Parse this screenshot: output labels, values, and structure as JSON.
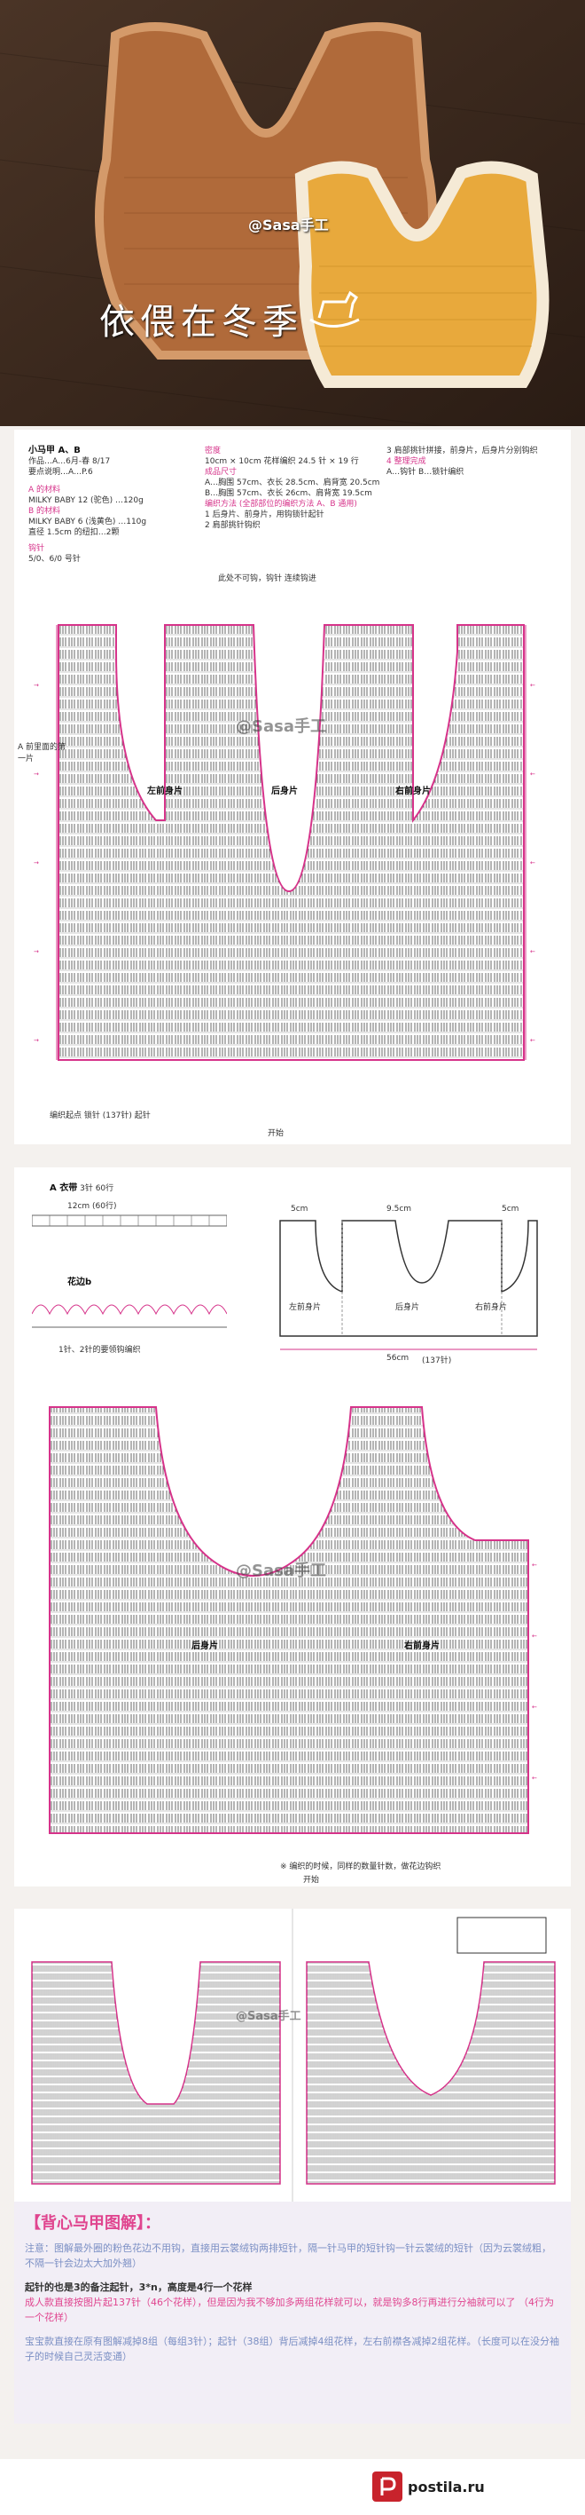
{
  "photo": {
    "title_text": "依偎在冬季",
    "watermark": "@Sasa手工"
  },
  "page1": {
    "heading": "小马甲 A、B",
    "size_line": "作品…A…6月-春 8/17",
    "size_line2": "要点说明…A…P.6",
    "materials_a_title": "A 的材料",
    "materials_a": "MILKY BABY 12 (驼色) …120g",
    "materials_b_title": "B 的材料",
    "materials_b1": "MILKY BABY 6 (浅黄色) …110g",
    "materials_b2": "直径 1.5cm 的纽扣…2颗",
    "hook_title": "钩针",
    "hook": "5/0、6/0 号针",
    "gauge_title": "密度",
    "gauge": "10cm × 10cm 花样编织 24.5 针 × 19 行",
    "size_title": "成品尺寸",
    "size_a": "A…胸围 57cm、衣长 28.5cm、肩背宽 20.5cm",
    "size_b": "B…胸围 57cm、衣长 26cm、肩背宽 19.5cm",
    "method_title": "编织方法 (全部部位的编织方法 A、B 通用)",
    "method_1": "1 后身片、前身片，用钩锁针起针",
    "method_2": "2 肩部挑针钩织",
    "method_3": "3 肩部挑针拼接，前身片，后身片分别钩织",
    "method_4": "4 整理完成",
    "watermark": "@Sasa手工",
    "label_left_front": "左前身片",
    "label_back": "后身片",
    "label_right_front": "右前身片",
    "caption_bottom": "编织起点 锁针 (137针) 起针",
    "label_start": "开始",
    "note_right": "A…钩针 B…锁针编织",
    "label_a_side": "A 前里面的第一片",
    "top_note": "此处不可钩，钩针 连续钩进"
  },
  "page2": {
    "title": "A 衣带",
    "subtitle": "3针 60行",
    "subtitle2": "12cm (60行)",
    "pattern_label": "花边b",
    "pattern_note": "1针、2针的要领钩编织",
    "watermark": "@Sasa手工",
    "label_back": "后身片",
    "label_right_front": "右前身片",
    "diagram_left": "左前身片",
    "diagram_back": "后身片",
    "diagram_right": "右前身片",
    "dim_1": "5cm",
    "dim_2": "9.5cm",
    "dim_3": "5cm",
    "dim_4": "56cm",
    "dim_5": "(137针)",
    "label_start": "开始",
    "caption_bottom": "※ 编织的时候，同样的数量针数，做花边钩织"
  },
  "page3": {
    "watermark": "@Sasa手工",
    "heading": "【背心马甲图解】：",
    "note1": "注意：图解最外圈的粉色花边不用钩，直接用云裳绒钩两排短针，隔一针马甲的短针钩一针云裳绒的短针（因为云裳绒粗，不隔一针会边太大加外翘）",
    "note2": "起针的也是3的备注起针，3*n，高度是4行一个花样",
    "note3": "成人款直接按图片起137针（46个花样），但是因为我不够加多两组花样就可以，就是钩多8行再进行分袖就可以了 （4行为一个花样）",
    "note4": "宝宝款直接在原有图解减掉8组（每组3针）；起针（38组）背后减掉4组花样，左右前襟各减掉2组花样。（长度可以在没分袖子的时候自己灵活变通）"
  },
  "footer": {
    "brand": "postila.ru"
  },
  "colors": {
    "accent_pink": "#d6338a",
    "footer_red": "#c8232c"
  }
}
